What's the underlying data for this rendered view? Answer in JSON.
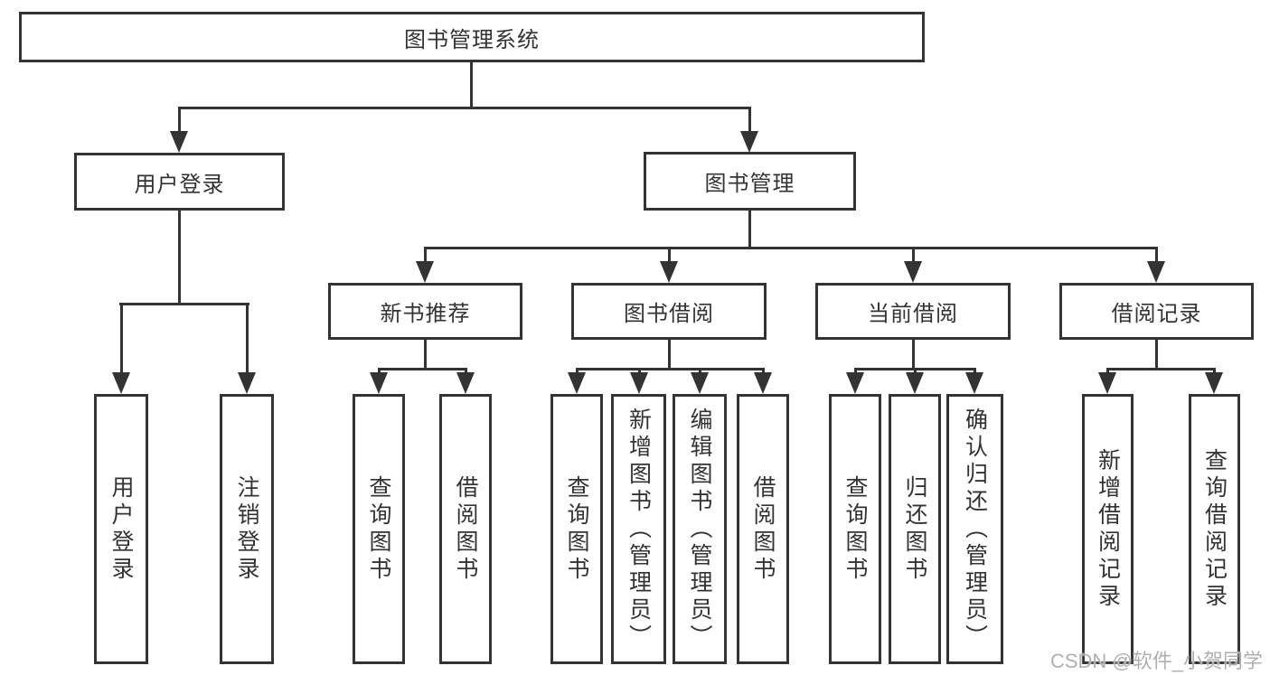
{
  "colors": {
    "line": "#333333",
    "text": "#333333",
    "background": "#ffffff",
    "watermark": "#b0b0b0"
  },
  "watermark": {
    "text": "CSDN @软件_小贺同学"
  },
  "nodes": {
    "root": {
      "label": "图书管理系统"
    },
    "l2": [
      {
        "label": "用户登录"
      },
      {
        "label": "图书管理"
      }
    ],
    "l3": [
      {
        "label": "新书推荐"
      },
      {
        "label": "图书借阅"
      },
      {
        "label": "当前借阅"
      },
      {
        "label": "借阅记录"
      }
    ],
    "leaves": {
      "user_login": [
        {
          "label": "用户登录"
        },
        {
          "label": "注销登录"
        }
      ],
      "new_book": [
        {
          "label": "查询图书"
        },
        {
          "label": "借阅图书"
        }
      ],
      "book_borrow": [
        {
          "label": "查询图书"
        },
        {
          "label": "新增图书（管理员）"
        },
        {
          "label": "编辑图书（管理员）"
        },
        {
          "label": "借阅图书"
        }
      ],
      "current_borrow": [
        {
          "label": "查询图书"
        },
        {
          "label": "归还图书"
        },
        {
          "label": "确认归还（管理员）"
        }
      ],
      "borrow_record": [
        {
          "label": "新增借阅记录"
        },
        {
          "label": "查询借阅记录"
        }
      ]
    }
  }
}
